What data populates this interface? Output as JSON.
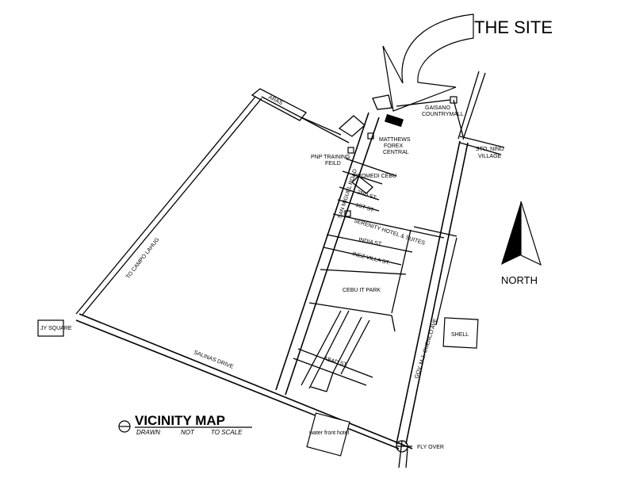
{
  "title": {
    "site": "THE SITE",
    "north": "NORTH",
    "map_title": "VICINITY MAP",
    "sub": [
      "DRAWN",
      "NOT",
      "TO SCALE"
    ]
  },
  "labels": {
    "gaisano": [
      "GAISANO",
      "COUNTRYMALL"
    ],
    "matthews": [
      "MATTHEWS",
      "FOREX",
      "CENTRAL"
    ],
    "pnp": [
      "PNP TRAINING",
      "FEILD"
    ],
    "sto_nino": [
      "STO. NINO",
      "VILLAGE"
    ],
    "aras": "ARAS",
    "san_miguel": "SAN MIGUEL ROAD",
    "promedi": "PROMEDI CEBU",
    "second_st": "2ND ST.",
    "first_st": "1ST ST.",
    "serenity": "SERENITY HOTEL & SUITES",
    "india": "INDIA ST.",
    "inez": "INEZ VILLA ST.",
    "cebu_it": "CEBU IT PARK",
    "abad": "ABAD ST.",
    "gov_cuenco": "GOV. M.J. CUENCO AVE.",
    "shell": "SHELL",
    "jy": "JY SQUARE",
    "salinas": "SALINAS DRIVE",
    "campo": "TO CAMPO LAHUG",
    "waterfront": "water front hotel",
    "flyover": "FLY OVER"
  },
  "colors": {
    "ink": "#000000",
    "paper": "#ffffff"
  },
  "icons": [
    "north-arrow-icon",
    "curved-pointer-arrow-icon",
    "site-marker-icon"
  ]
}
